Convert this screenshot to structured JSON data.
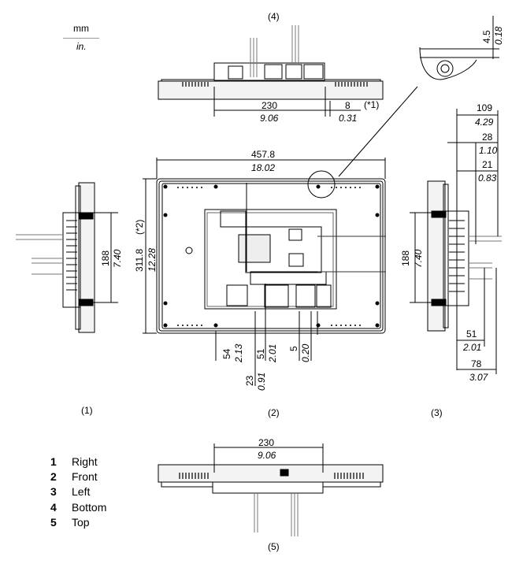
{
  "units": {
    "primary": "mm",
    "secondary": "in."
  },
  "views": {
    "v1": "(1)",
    "v2": "(2)",
    "v3": "(3)",
    "v4": "(4)",
    "v5": "(5)"
  },
  "dimensions": {
    "top_right_mm": "4.5",
    "top_right_in": "0.18",
    "bottom_mm_230": "230",
    "bottom_in_906": "9.06",
    "bottom_mm_8": "8",
    "bottom_in_031": "0.31",
    "note1": "(*1)",
    "width_mm": "457.8",
    "width_in": "18.02",
    "height_mm": "311.8",
    "height_in": "12.28",
    "note2": "(*2)",
    "left_mm": "188",
    "left_in": "7.40",
    "right_mm": "188",
    "right_in": "7.40",
    "d109": "109",
    "d429": "4.29",
    "d28": "28",
    "d110": "1.10",
    "d21": "21",
    "d083": "0.83",
    "d54": "54",
    "d213": "2.13",
    "d51a": "51",
    "d201a": "2.01",
    "d5": "5",
    "d020": "0.20",
    "d23": "23",
    "d091": "0.91",
    "d51b": "51",
    "d201b": "2.01",
    "d78": "78",
    "d307": "3.07",
    "top_mm_230": "230",
    "top_in_906": "9.06"
  },
  "legend": [
    {
      "num": "1",
      "label": "Right"
    },
    {
      "num": "2",
      "label": "Front"
    },
    {
      "num": "3",
      "label": "Left"
    },
    {
      "num": "4",
      "label": "Bottom"
    },
    {
      "num": "5",
      "label": "Top"
    }
  ]
}
